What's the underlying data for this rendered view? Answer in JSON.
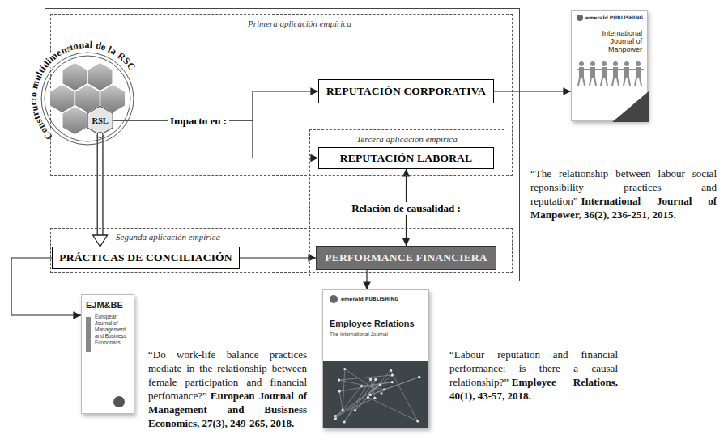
{
  "diagram": {
    "nodes": [
      {
        "text": [
          "Primera aplicación empírica"
        ]
      },
      {
        "text": [
          "Constructo multidimensional de la RSC"
        ],
        "in": 0
      },
      {
        "text": [
          "RSL"
        ],
        "in": 1
      },
      {
        "text": [
          "REPUTACIÓN CORPORATIVA"
        ],
        "in": 0
      },
      {
        "text": [
          "Tercera aplicación empírica"
        ]
      },
      {
        "text": [
          "REPUTACIÓN LABORAL"
        ],
        "in": 4
      },
      {
        "text": [
          "PERFORMANCE FINANCIERA"
        ],
        "in": 4
      },
      {
        "text": [
          "Segunda aplicación empírica"
        ]
      },
      {
        "text": [
          "PRÁCTICAS DE CONCILIACIÓN"
        ],
        "in": 7
      },
      {
        "text": [
          "emerald PUBLISHING",
          "International Journal of Manpower"
        ]
      },
      {
        "text": [
          "EJM&BE",
          "European Journal of Management and Business Economics"
        ]
      },
      {
        "text": [
          "emerald PUBLISHING",
          "Employee Relations",
          "The International Journal"
        ]
      }
    ],
    "edges": [
      {
        "from": 2,
        "to": 3,
        "label": "Impacto en :",
        "arrow": "to"
      },
      {
        "from": 2,
        "to": 5,
        "arrow": "to"
      },
      {
        "from": 2,
        "to": 8,
        "arrow": "to"
      },
      {
        "from": 8,
        "to": 6,
        "arrow": "to"
      },
      {
        "from": 5,
        "to": 6,
        "label": "Relación de causalidad :",
        "arrow": "both"
      },
      {
        "from": 3,
        "to": 9,
        "arrow": "to"
      },
      {
        "from": 8,
        "to": 10,
        "arrow": "to"
      },
      {
        "from": 6,
        "to": 11,
        "arrow": "to"
      }
    ],
    "labels": [
      "“The relationship between labour social reponsibility practices and reputation”",
      "International Journal of Manpower, 36(2), 236-251, 2015.",
      "“Do work-life balance practices mediate in the relationship between female participation and financial perfomance?”",
      "European Journal of Management and Busisness Economics, 27(3), 249-265, 2018.",
      "“Labour reputation and financial performance: is there a causal relationship?”",
      "Employee Relations, 40(1), 43-57, 2018."
    ]
  }
}
